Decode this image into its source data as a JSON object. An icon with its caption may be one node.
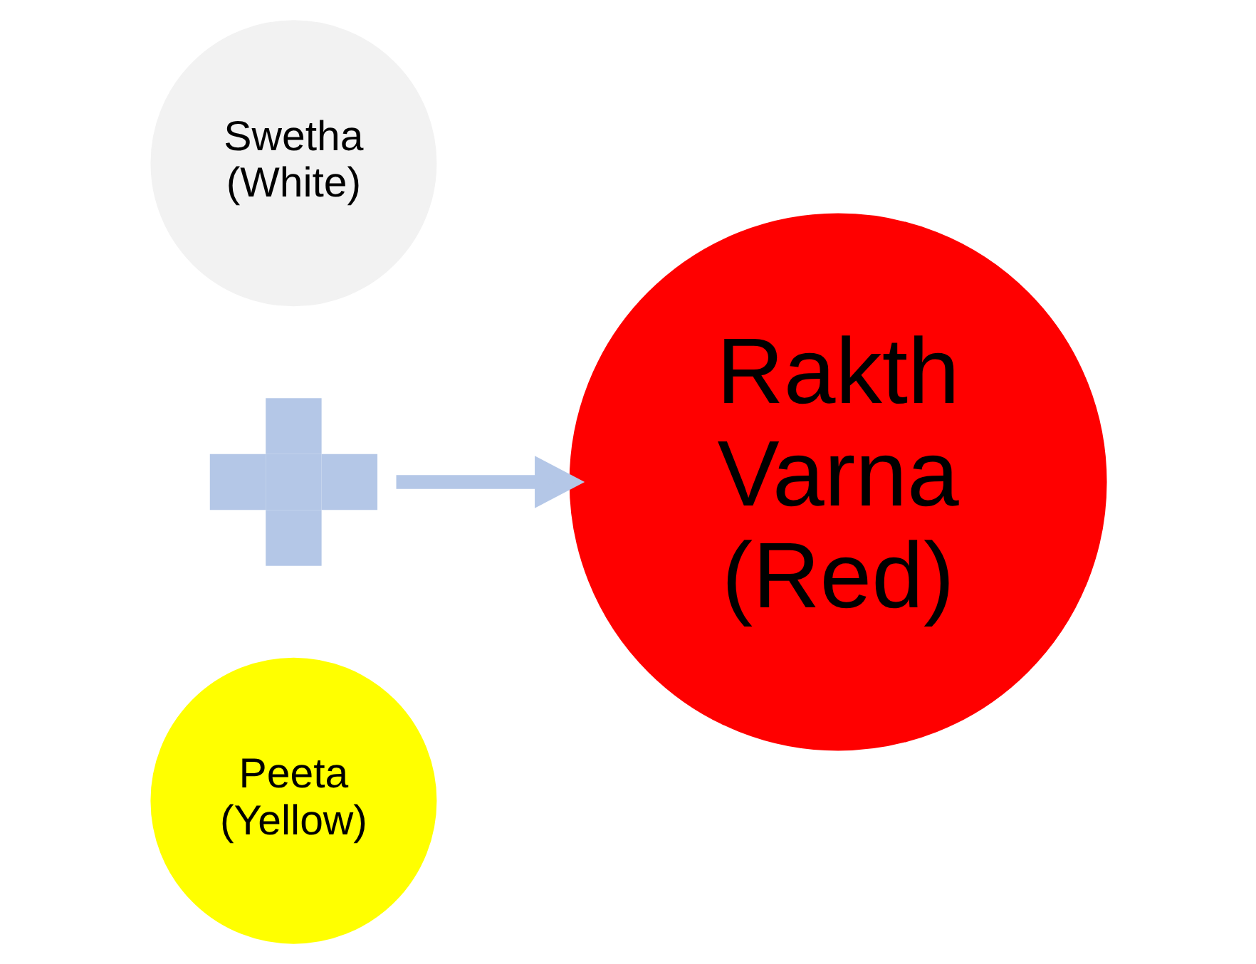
{
  "diagram": {
    "nodes": [
      {
        "text": [
          "Swetha (White)"
        ]
      },
      {
        "text": [],
        "shape": "plus"
      },
      {
        "text": [
          "Peeta (Yellow)"
        ]
      },
      {
        "text": [
          "Rakth Varna (Red)"
        ]
      }
    ],
    "edges": [
      {
        "from": 1,
        "to": 3,
        "arrow": "to"
      }
    ]
  }
}
